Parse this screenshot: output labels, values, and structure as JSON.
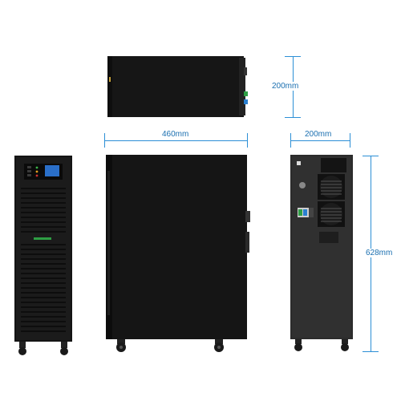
{
  "dimensions": {
    "depth_top": "200mm",
    "width_side": "460mm",
    "depth_back": "200mm",
    "height": "628mm"
  },
  "colors": {
    "dimension_line": "#2c8fd6",
    "dimension_text": "#1a6fb0",
    "cabinet": "#141414",
    "back_panel": "#2a2a2a"
  },
  "views": [
    "top-view",
    "front-view",
    "side-view",
    "rear-view"
  ]
}
